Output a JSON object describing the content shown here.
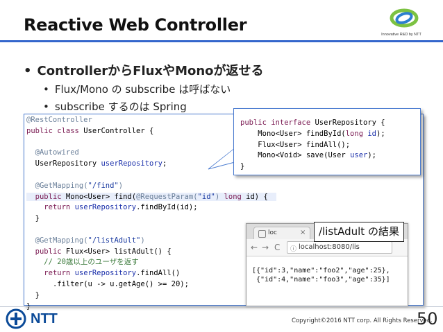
{
  "slide": {
    "title": "Reactive Web Controller",
    "logo_caption": "Innovative R&D by NTT",
    "bullets": [
      "ControllerからFluxやMonoが返せる",
      "Flux/Mono の subscribe は呼ばない",
      "subscribe するのは Spring"
    ],
    "bullet_symbol": "•",
    "page_number": "50",
    "copyright": "Copyright©2016 NTT corp. All Rights Reserved.",
    "brand": "NTT"
  },
  "code_main": {
    "l1": "@RestController",
    "l2a": "public class ",
    "l2b": "UserController {",
    "l3": "@Autowired",
    "l4a": "UserRepository ",
    "l4b": "userRepository",
    "l4c": ";",
    "l5a": "@GetMapping(",
    "l5b": "\"/find\"",
    "l5c": ")",
    "l6a": "public ",
    "l6b": "Mono<User> find(",
    "l6c": "@RequestParam(",
    "l6d": "\"id\"",
    "l6e": ") ",
    "l6f": "long ",
    "l6g": "id) {",
    "l7a": "return ",
    "l7b": "userRepository",
    "l7c": ".findById(id);",
    "l8": "}",
    "l9a": "@GetMapping(",
    "l9b": "\"/listAdult\"",
    "l9c": ")",
    "l10a": "public ",
    "l10b": "Flux<User> listAdult() {",
    "l11": "// 20歳以上のユーザを返す",
    "l12a": "return ",
    "l12b": "userRepository",
    "l12c": ".findAll()",
    "l13": ".filter(u -> u.getAge() >= 20);",
    "l14": "}",
    "l15": "}"
  },
  "code_callout": {
    "c1a": "public interface ",
    "c1b": "UserRepository {",
    "c2a": "Mono<User> findById(",
    "c2b": "long ",
    "c2c": "id",
    "c2d": ");",
    "c3": "Flux<User> findAll();",
    "c4a": "Mono<Void> save(User ",
    "c4b": "user",
    "c4c": ");",
    "c5": "}"
  },
  "browser": {
    "tab_label": "loc",
    "tab_close": "×",
    "back": "←",
    "forward": "→",
    "reload": "C",
    "url": "localhost:8080/lis",
    "url_icon": "ⓘ",
    "json_line1": "[{\"id\":3,\"name\":\"foo2\",\"age\":25},",
    "json_line2": " {\"id\":4,\"name\":\"foo3\",\"age\":35}]"
  },
  "result_label": "/listAdult の結果",
  "colors": {
    "title_rule": "#3366cc",
    "brand_blue": "#0b4a98",
    "box_border": "#4a7bd0"
  }
}
